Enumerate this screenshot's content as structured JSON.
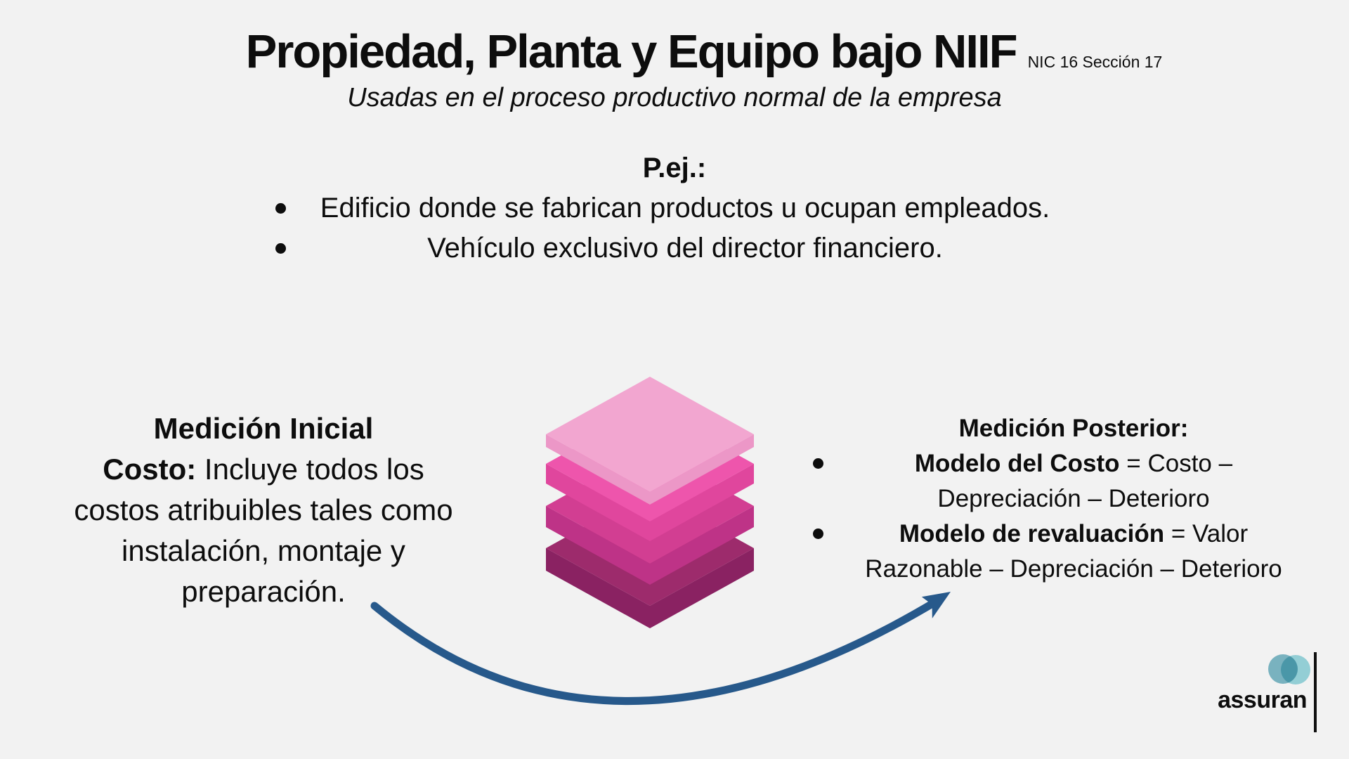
{
  "slide": {
    "title": "Propiedad, Planta y Equipo bajo NIIF",
    "title_tag": "NIC 16 Sección 17",
    "subtitle": "Usadas en el proceso productivo normal de la empresa",
    "example_heading": "P.ej.:",
    "example_bullets": [
      "Edificio donde se fabrican productos u ocupan empleados.",
      "Vehículo exclusivo del director financiero."
    ],
    "left_block": {
      "heading": "Medición Inicial",
      "lines": [
        {
          "bold": "Costo:",
          "text": " Incluye todos los"
        },
        {
          "bold": "",
          "text": "costos atribuibles tales como"
        },
        {
          "bold": "",
          "text": "instalación, montaje y"
        },
        {
          "bold": "",
          "text": "preparación."
        }
      ]
    },
    "right_block": {
      "heading": "Medición Posterior:",
      "bullets": [
        {
          "bold": "Modelo del Costo",
          "rest": " = Costo –",
          "line2": "Depreciación – Deterioro"
        },
        {
          "bold": "Modelo de revaluación",
          "rest": " = Valor",
          "line2": "Razonable – Depreciación – Deterioro"
        }
      ]
    },
    "logo": {
      "text": "assuran"
    },
    "colors": {
      "background": "#F2F2F2",
      "text": "#0D0D0D",
      "arrow": "#27598B",
      "stack": [
        {
          "top": "#F2A6D0",
          "side": "#EC97C7"
        },
        {
          "top": "#EE55AC",
          "side": "#E0469D"
        },
        {
          "top": "#D23E92",
          "side": "#BE3387"
        },
        {
          "top": "#9D2B6C",
          "side": "#8A2262"
        }
      ],
      "logo_circle_back": "#7FBCCA",
      "logo_circle_front": "#9BD9E1",
      "logo_bar": "#101010"
    }
  }
}
